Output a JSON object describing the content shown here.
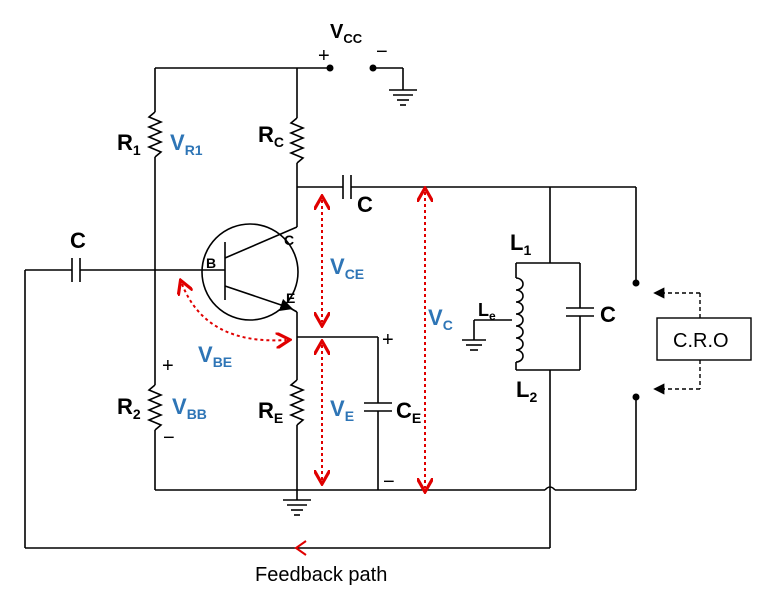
{
  "labels": {
    "vcc": {
      "main": "V",
      "sub": "CC"
    },
    "r1": {
      "main": "R",
      "sub": "1"
    },
    "vr1": {
      "main": "V",
      "sub": "R1"
    },
    "rc": {
      "main": "R",
      "sub": "C"
    },
    "c_top": "C",
    "c_left": "C",
    "base": "B",
    "collector": "C",
    "emitter": "E",
    "vce": {
      "main": "V",
      "sub": "CE"
    },
    "vc": {
      "main": "V",
      "sub": "C"
    },
    "l1": {
      "main": "L",
      "sub": "1"
    },
    "le": {
      "main": "L",
      "sub": "e"
    },
    "c_tank": "C",
    "l2": {
      "main": "L",
      "sub": "2"
    },
    "vbe": {
      "main": "V",
      "sub": "BE"
    },
    "r2": {
      "main": "R",
      "sub": "2"
    },
    "vbb": {
      "main": "V",
      "sub": "BB"
    },
    "re": {
      "main": "R",
      "sub": "E"
    },
    "ve": {
      "main": "V",
      "sub": "E"
    },
    "ce": {
      "main": "C",
      "sub": "E"
    },
    "cro": "C.R.O",
    "feedback": "Feedback path",
    "plus": "+",
    "minus": "−"
  },
  "colors": {
    "wire": "#000000",
    "voltage_label": "#2e75b6",
    "arrow": "#e00000"
  }
}
